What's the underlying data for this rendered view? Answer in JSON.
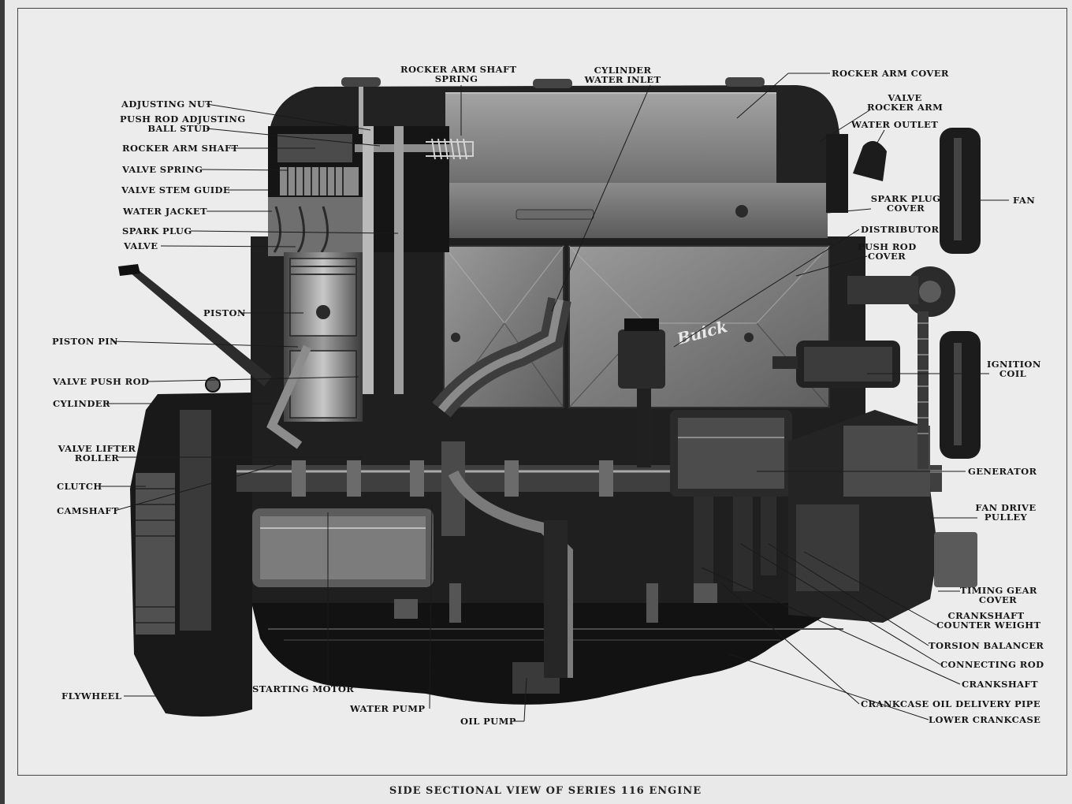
{
  "caption": "SIDE SECTIONAL VIEW OF SERIES 116 ENGINE",
  "badge": "Buick",
  "labels": {
    "rocker_arm_shaft_spring": "ROCKER ARM SHAFT\nSPRING",
    "cylinder_water_inlet": "CYLINDER\nWATER INLET",
    "rocker_arm_cover": "ROCKER ARM COVER",
    "valve_rocker_arm": "VALVE\nROCKER ARM",
    "water_outlet": "WATER OUTLET",
    "adjusting_nut": "ADJUSTING NUT",
    "push_rod_adjusting_ball_stud": "PUSH ROD ADJUSTING\nBALL STUD",
    "rocker_arm_shaft": "ROCKER ARM SHAFT",
    "valve_spring": "VALVE SPRING",
    "valve_stem_guide": "VALVE STEM GUIDE",
    "water_jacket": "WATER JACKET",
    "spark_plug": "SPARK PLUG",
    "valve": "VALVE",
    "piston": "PISTON",
    "piston_pin": "PISTON PIN",
    "valve_push_rod": "VALVE PUSH ROD",
    "cylinder": "CYLINDER",
    "valve_lifter_roller": "VALVE LIFTER\nROLLER",
    "clutch": "CLUTCH",
    "camshaft": "CAMSHAFT",
    "flywheel": "FLYWHEEL",
    "starting_motor": "STARTING MOTOR",
    "water_pump": "WATER PUMP",
    "oil_pump": "OIL PUMP",
    "spark_plug_cover": "SPARK PLUG\nCOVER",
    "fan": "FAN",
    "distributor": "DISTRIBUTOR",
    "push_rod_cover": "PUSH ROD\nCOVER",
    "ignition_coil": "IGNITION\nCOIL",
    "generator": "GENERATOR",
    "fan_drive_pulley": "FAN DRIVE\nPULLEY",
    "timing_gear_cover": "TIMING GEAR\nCOVER",
    "crankshaft_counter_weight": "CRANKSHAFT\nCOUNTER WEIGHT",
    "torsion_balancer": "TORSION BALANCER",
    "connecting_rod": "CONNECTING ROD",
    "crankshaft": "CRANKSHAFT",
    "crankcase_oil_delivery_pipe": "CRANKCASE OIL DELIVERY PIPE",
    "lower_crankcase": "LOWER CRANKCASE"
  }
}
